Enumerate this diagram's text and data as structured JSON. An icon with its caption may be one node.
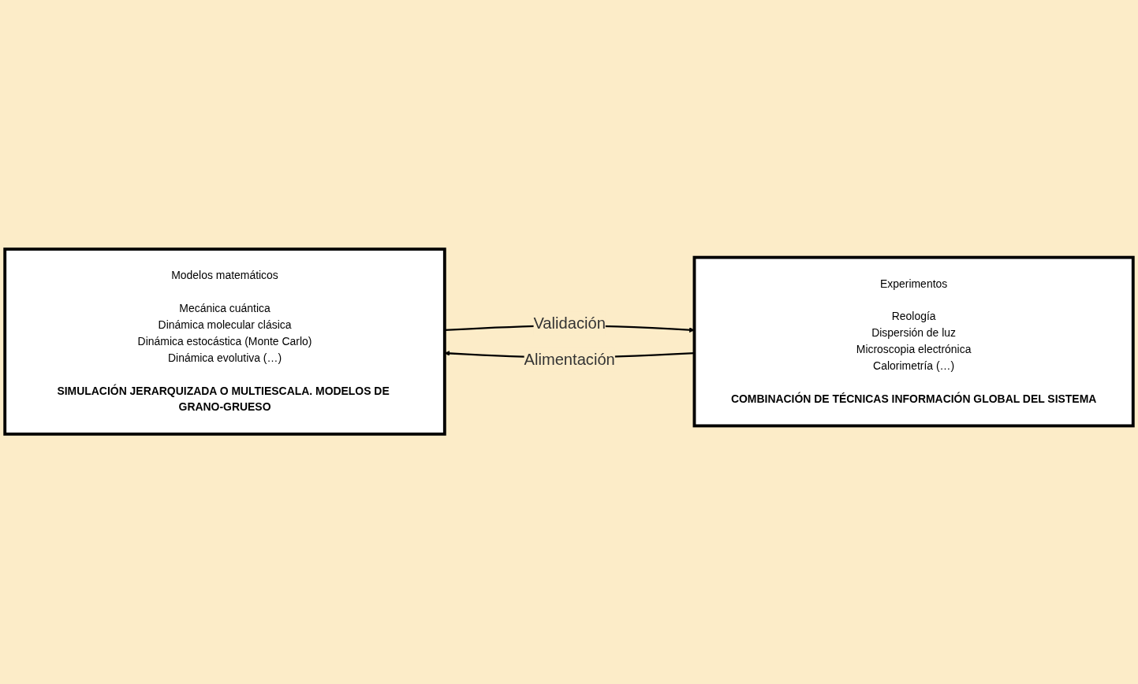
{
  "diagram": {
    "nodes": [
      {
        "text": [
          "Modelos matemáticos",
          "Mecánica cuántica",
          "Dinámica molecular clásica",
          "Dinámica estocástica (Monte Carlo)",
          "Dinámica evolutiva (…)",
          "SIMULACIÓN JERARQUIZADA O MULTIESCALA. MODELOS DE GRANO-GRUESO"
        ]
      },
      {
        "text": [
          "Experimentos",
          "Reología",
          "Dispersión de luz",
          "Microscopia electrónica",
          "Calorimetría (…)",
          "COMBINACIÓN DE TÉCNICAS INFORMACIÓN GLOBAL DEL SISTEMA"
        ]
      }
    ],
    "edges": [
      {
        "from": 0,
        "to": 1,
        "arrow": "to",
        "label": "Validación"
      },
      {
        "from": 1,
        "to": 0,
        "arrow": "to",
        "label": "Alimentación"
      }
    ]
  }
}
